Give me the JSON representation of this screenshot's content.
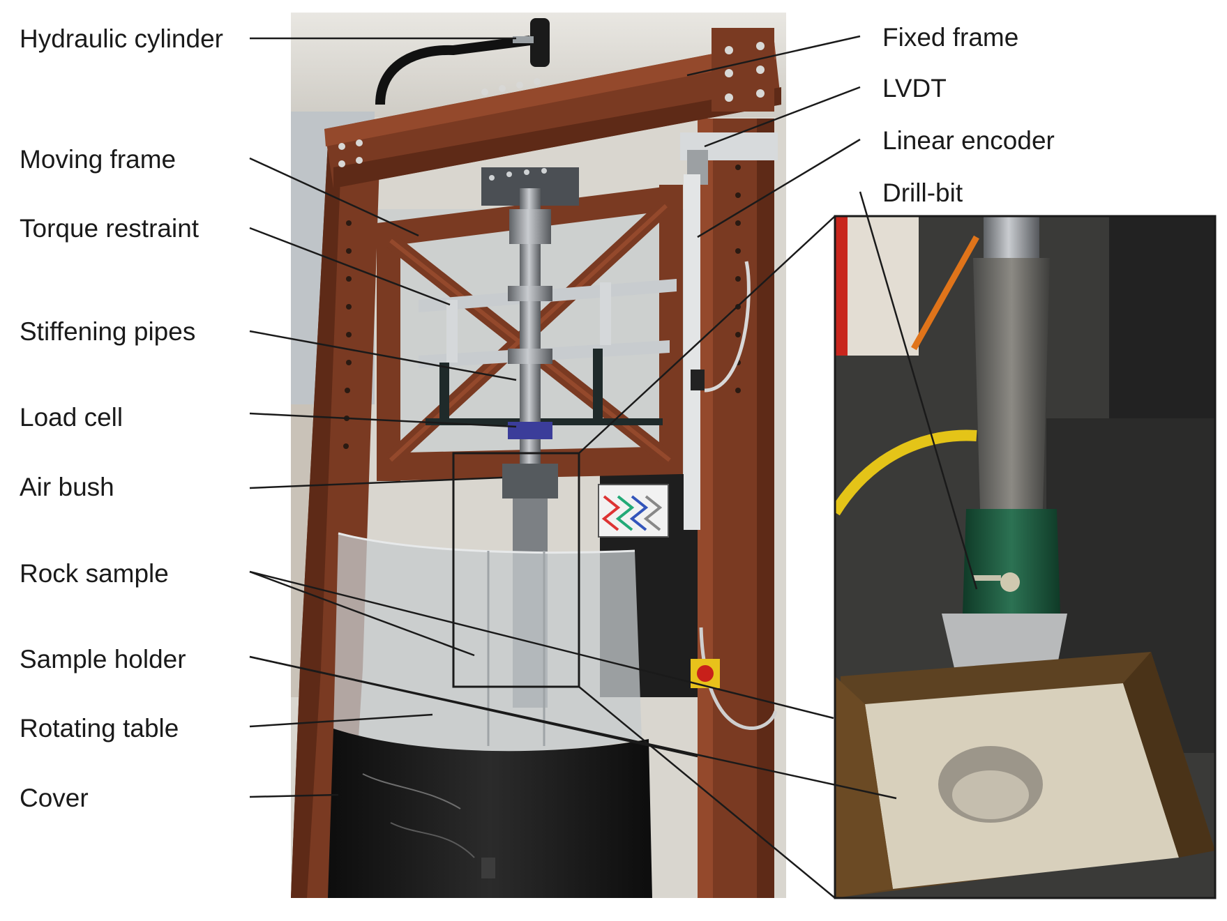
{
  "figure": {
    "left_labels": [
      "Hydraulic cylinder",
      "Moving frame",
      "Torque restraint",
      "Stiffening pipes",
      "Load cell",
      "Air bush",
      "Rock sample",
      "Sample holder",
      "Rotating table",
      "Cover"
    ],
    "right_labels": [
      "Fixed frame",
      "LVDT",
      "Linear encoder",
      "Drill-bit"
    ],
    "colors": {
      "frame": "#7a3a22",
      "frame_dark": "#5e2a17",
      "frame_light": "#94492c",
      "cover": "#1b1b1b",
      "line": "#1a1a1a",
      "steel": "#8f9296",
      "drill_green": "#1f5a3e",
      "sand": "#d8d0bc",
      "wood": "#6b4a24"
    },
    "icons": [
      "emergency-stop-icon",
      "zigzag-logo-icon"
    ]
  }
}
